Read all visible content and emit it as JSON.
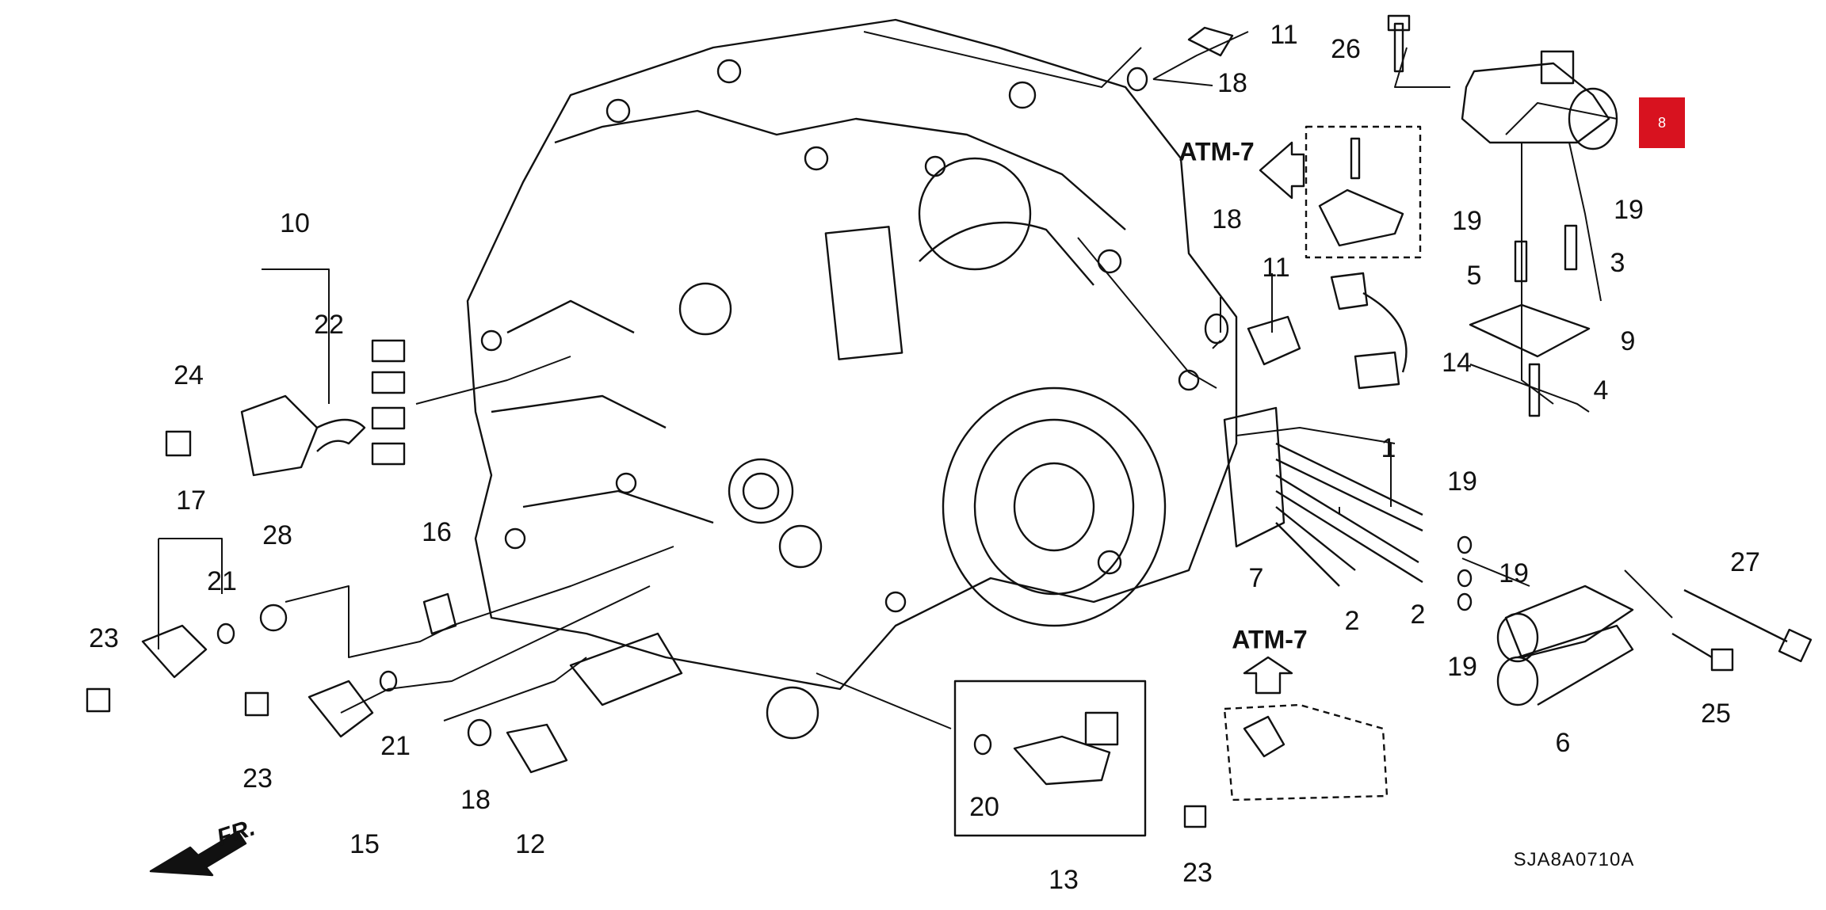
{
  "diagram": {
    "title_code": "SJA8A0710A",
    "front_marker": "FR.",
    "reference_labels": [
      "ATM-7",
      "ATM-7"
    ],
    "highlighted_part": {
      "label": "8",
      "color": "#d8121f"
    },
    "callouts": [
      {
        "id": "c11a",
        "label": "11"
      },
      {
        "id": "c18a",
        "label": "18"
      },
      {
        "id": "c26",
        "label": "26"
      },
      {
        "id": "c10",
        "label": "10"
      },
      {
        "id": "c22",
        "label": "22"
      },
      {
        "id": "c24",
        "label": "24"
      },
      {
        "id": "c18b",
        "label": "18"
      },
      {
        "id": "c11b",
        "label": "11"
      },
      {
        "id": "c19a",
        "label": "19"
      },
      {
        "id": "c19b",
        "label": "19"
      },
      {
        "id": "c5",
        "label": "5"
      },
      {
        "id": "c3",
        "label": "3"
      },
      {
        "id": "c9",
        "label": "9"
      },
      {
        "id": "c14",
        "label": "14"
      },
      {
        "id": "c4",
        "label": "4"
      },
      {
        "id": "c1",
        "label": "1"
      },
      {
        "id": "c19c",
        "label": "19"
      },
      {
        "id": "c17",
        "label": "17"
      },
      {
        "id": "c28",
        "label": "28"
      },
      {
        "id": "c16",
        "label": "16"
      },
      {
        "id": "c21a",
        "label": "21"
      },
      {
        "id": "c23a",
        "label": "23"
      },
      {
        "id": "c7",
        "label": "7"
      },
      {
        "id": "c2a",
        "label": "2"
      },
      {
        "id": "c2b",
        "label": "2"
      },
      {
        "id": "c19d",
        "label": "19"
      },
      {
        "id": "c19e",
        "label": "19"
      },
      {
        "id": "c27",
        "label": "27"
      },
      {
        "id": "c25",
        "label": "25"
      },
      {
        "id": "c6",
        "label": "6"
      },
      {
        "id": "c23b",
        "label": "23"
      },
      {
        "id": "c21b",
        "label": "21"
      },
      {
        "id": "c15",
        "label": "15"
      },
      {
        "id": "c18c",
        "label": "18"
      },
      {
        "id": "c12",
        "label": "12"
      },
      {
        "id": "c20",
        "label": "20"
      },
      {
        "id": "c13",
        "label": "13"
      },
      {
        "id": "c23c",
        "label": "23"
      }
    ]
  }
}
